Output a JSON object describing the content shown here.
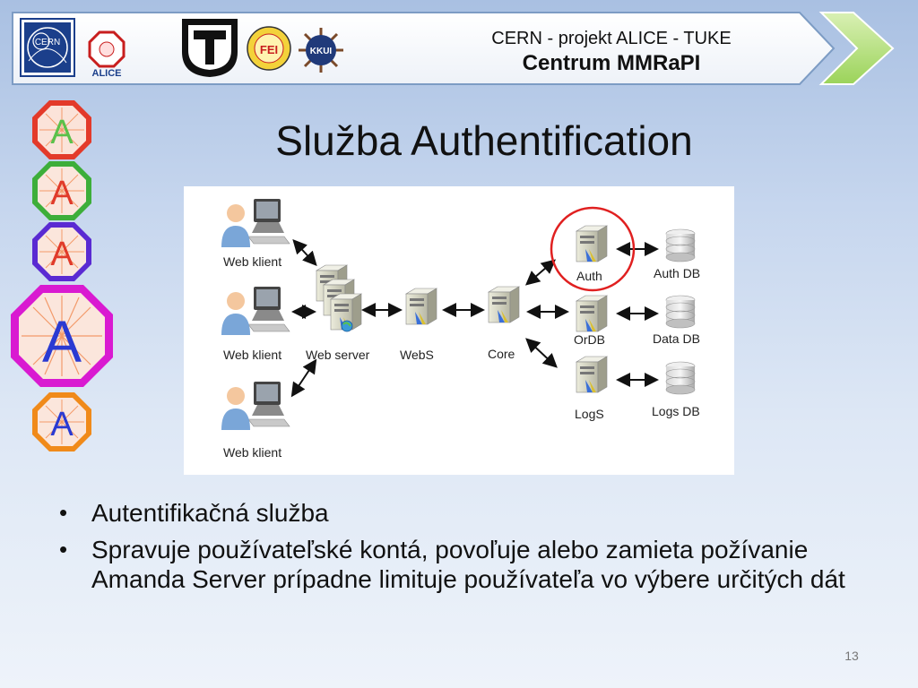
{
  "header": {
    "line1": "CERN - projekt ALICE - TUKE",
    "line2": "Centrum MMRaPI",
    "logos": {
      "cern": "CERN",
      "alice": "ALICE",
      "kkui": "KKUI",
      "fei": "FEI"
    }
  },
  "side_medals": [
    "A",
    "A",
    "A",
    "A",
    "A"
  ],
  "title": "Služba Authentification",
  "diagram": {
    "labels": {
      "web_klient_1": "Web klient",
      "web_klient_2": "Web klient",
      "web_klient_3": "Web klient",
      "web_server": "Web server",
      "webs": "WebS",
      "core": "Core",
      "auth": "Auth",
      "ordb": "OrDB",
      "logs": "LogS",
      "auth_db": "Auth DB",
      "data_db": "Data DB",
      "logs_db": "Logs DB"
    },
    "highlight_color": "#e02020"
  },
  "bullets": [
    "Autentifikačná služba",
    "Spravuje používateľské kontá, povoľuje alebo zamieta požívanie Amanda Server prípadne limituje používateľa vo výbere určitých dát"
  ],
  "page_number": "13",
  "colors": {
    "banner_border": "#6d8fb8",
    "arrow_green": "#9bd35a"
  }
}
